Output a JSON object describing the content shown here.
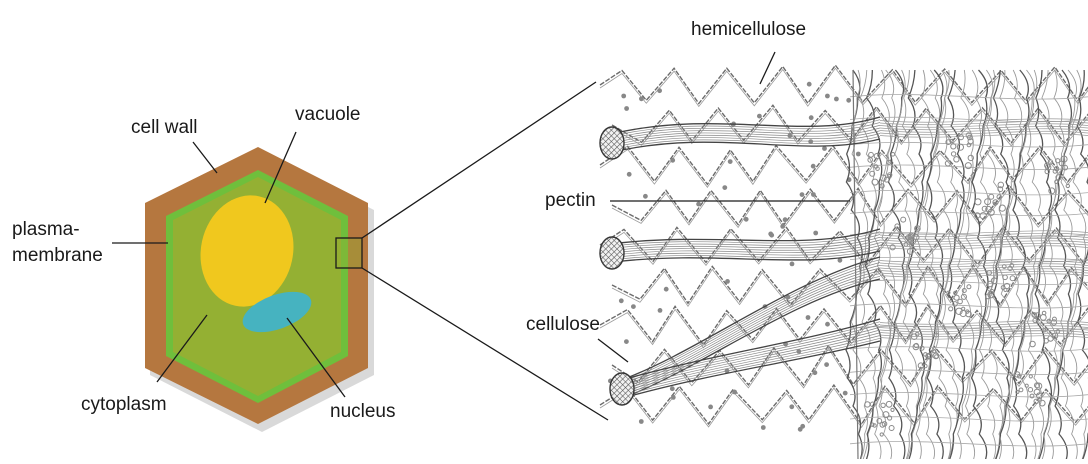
{
  "cell_labels": {
    "cell_wall": "cell wall",
    "vacuole": "vacuole",
    "plasma_line1": "plasma-",
    "plasma_line2": "membrane",
    "cytoplasm": "cytoplasm",
    "nucleus": "nucleus"
  },
  "matrix_labels": {
    "hemicellulose": "hemicellulose",
    "pectin": "pectin",
    "cellulose": "cellulose"
  },
  "colors": {
    "cell_wall": "#b5773f",
    "cell_wall_shadow": "#d9d9d9",
    "plasma_membrane": "#6fbf3c",
    "cytoplasm": "#94b033",
    "vacuole": "#f0c81e",
    "nucleus": "#46b3c0",
    "leader_line": "#1a1a1a",
    "fiber_stroke": "#6b6b6b",
    "pectin_blob": "#8a8a8a"
  }
}
